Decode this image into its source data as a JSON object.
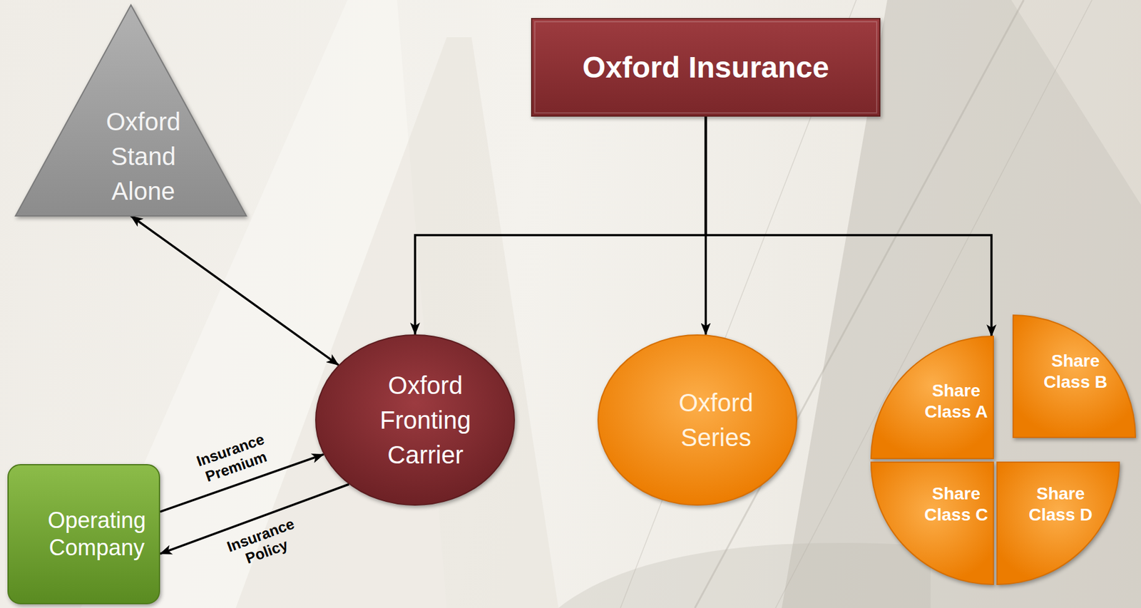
{
  "diagram": {
    "nodes": [
      {
        "text": [
          "Oxford Stand Alone"
        ]
      },
      {
        "text": [
          "Oxford Insurance"
        ]
      },
      {
        "text": [
          "Oxford Fronting Carrier"
        ]
      },
      {
        "text": [
          "Oxford Series"
        ]
      },
      {
        "text": [
          "Share Class A"
        ]
      },
      {
        "text": [
          "Share Class B"
        ]
      },
      {
        "text": [
          "Share Class C"
        ]
      },
      {
        "text": [
          "Share Class D"
        ]
      },
      {
        "text": [
          "Operating Company"
        ]
      }
    ],
    "edges": [
      {
        "from": 1,
        "to": 2,
        "arrow": "to"
      },
      {
        "from": 1,
        "to": 3,
        "arrow": "to"
      },
      {
        "from": 1,
        "to": 4,
        "arrow": "to"
      },
      {
        "from": 0,
        "to": 2,
        "arrow": "both"
      },
      {
        "from": 8,
        "to": 2,
        "label": "Insurance Premium",
        "arrow": "to"
      },
      {
        "from": 2,
        "to": 8,
        "label": "Insurance Policy",
        "arrow": "to"
      }
    ]
  }
}
